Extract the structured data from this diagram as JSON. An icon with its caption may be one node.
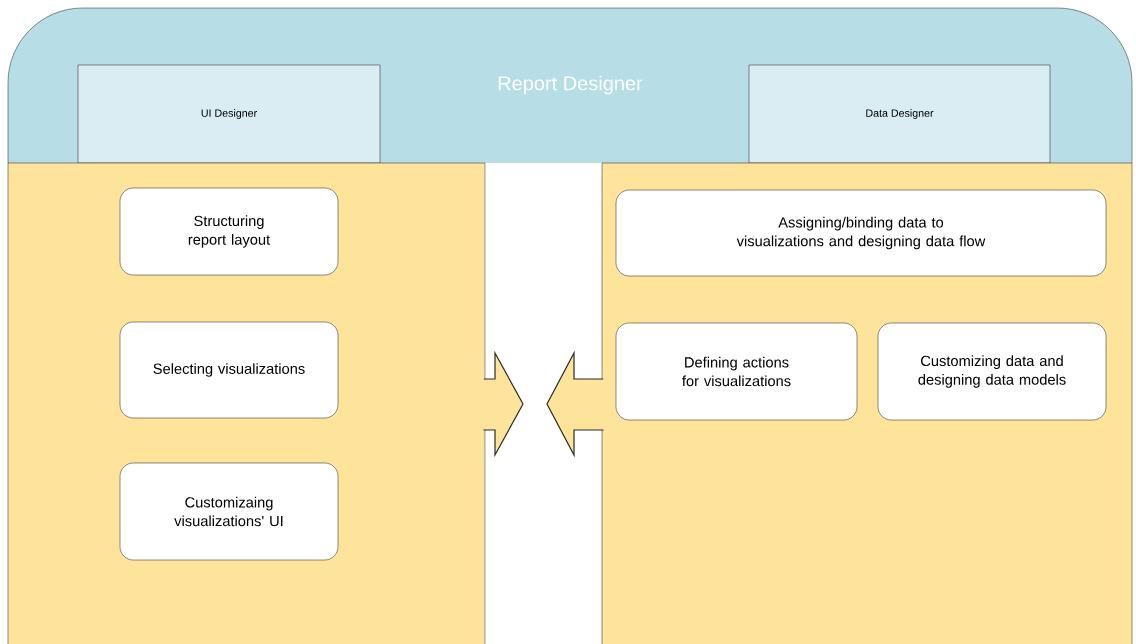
{
  "diagram": {
    "nodes": [
      {
        "text": [
          "Report Designer"
        ]
      },
      {
        "text": [
          "UI Designer"
        ],
        "in": 0
      },
      {
        "text": [
          "Data Designer"
        ],
        "in": 0
      },
      {
        "text": [],
        "shape": "box"
      },
      {
        "text": [
          "Structuring report layout"
        ],
        "in": 3
      },
      {
        "text": [
          "Selecting visualizations"
        ],
        "in": 3
      },
      {
        "text": [
          "Customizaing visualizations' UI"
        ],
        "in": 3
      },
      {
        "text": [],
        "shape": "box"
      },
      {
        "text": [
          "Assigning/binding data to visualizations and designing data flow"
        ],
        "in": 7
      },
      {
        "text": [
          "Defining actions for visualizations"
        ],
        "in": 7
      },
      {
        "text": [
          "Customizing data and designing data models"
        ],
        "in": 7
      }
    ],
    "edges": [
      {
        "from": 3,
        "to": null,
        "arrow": "to"
      },
      {
        "from": 7,
        "to": null,
        "arrow": "to"
      }
    ]
  }
}
